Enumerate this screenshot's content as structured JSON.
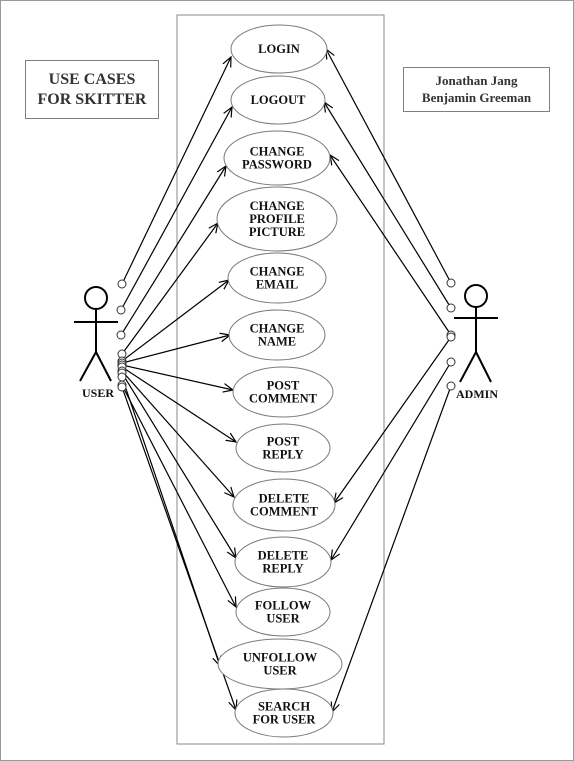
{
  "title": [
    "USE CASES",
    "FOR SKITTER"
  ],
  "authors": [
    "Jonathan Jang",
    "Benjamin Greeman"
  ],
  "actors": {
    "user": "USER",
    "admin": "ADMIN"
  },
  "use_cases": [
    {
      "id": "login",
      "lines": [
        "LOGIN"
      ]
    },
    {
      "id": "logout",
      "lines": [
        "LOGOUT"
      ]
    },
    {
      "id": "change-password",
      "lines": [
        "CHANGE",
        "PASSWORD"
      ]
    },
    {
      "id": "change-profile-picture",
      "lines": [
        "CHANGE",
        "PROFILE",
        "PICTURE"
      ]
    },
    {
      "id": "change-email",
      "lines": [
        "CHANGE",
        "EMAIL"
      ]
    },
    {
      "id": "change-name",
      "lines": [
        "CHANGE",
        "NAME"
      ]
    },
    {
      "id": "post-comment",
      "lines": [
        "POST",
        "COMMENT"
      ]
    },
    {
      "id": "post-reply",
      "lines": [
        "POST",
        "REPLY"
      ]
    },
    {
      "id": "delete-comment",
      "lines": [
        "DELETE",
        "COMMENT"
      ]
    },
    {
      "id": "delete-reply",
      "lines": [
        "DELETE",
        "REPLY"
      ]
    },
    {
      "id": "follow-user",
      "lines": [
        "FOLLOW",
        "USER"
      ]
    },
    {
      "id": "unfollow-user",
      "lines": [
        "UNFOLLOW",
        "USER"
      ]
    },
    {
      "id": "search-for-user",
      "lines": [
        "SEARCH",
        "FOR USER"
      ]
    }
  ],
  "associations": {
    "user": [
      "login",
      "logout",
      "change-password",
      "change-profile-picture",
      "change-email",
      "change-name",
      "post-comment",
      "post-reply",
      "delete-comment",
      "delete-reply",
      "follow-user",
      "unfollow-user",
      "search-for-user"
    ],
    "admin": [
      "login",
      "logout",
      "change-password",
      "delete-comment",
      "delete-reply",
      "search-for-user"
    ]
  }
}
